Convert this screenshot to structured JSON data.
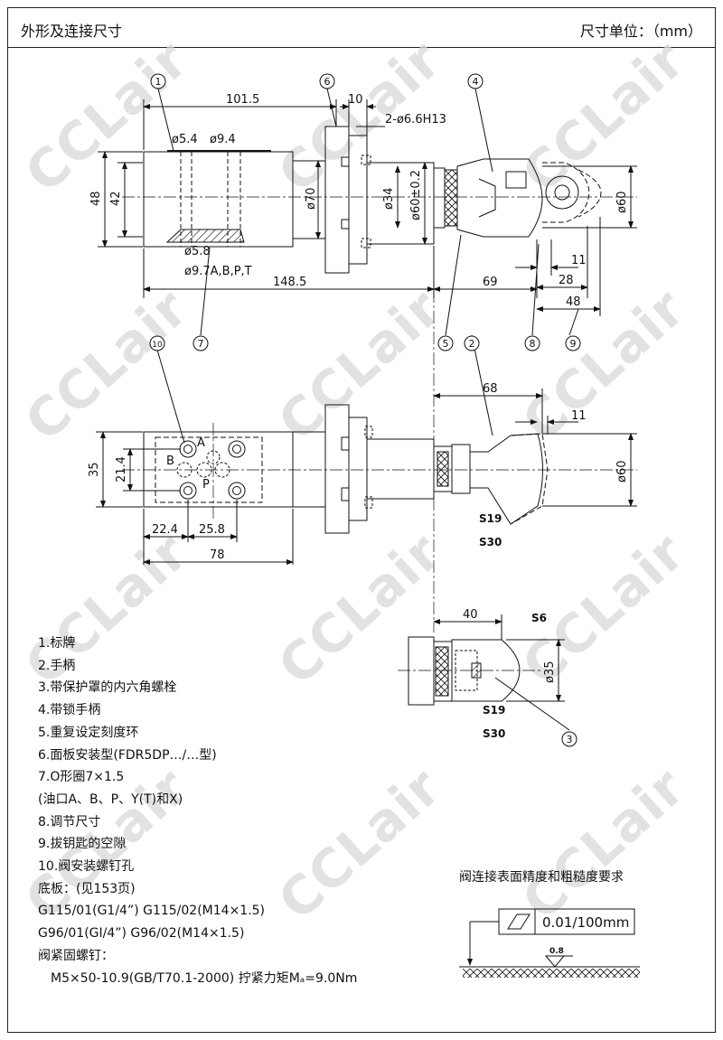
{
  "header": {
    "title": "外形及连接尺寸",
    "unit_label": "尺寸单位：（mm）"
  },
  "watermark": "CCLair",
  "callouts": [
    "1",
    "2",
    "3",
    "4",
    "5",
    "6",
    "7",
    "8",
    "9",
    "10"
  ],
  "dims": {
    "d101_5": "101.5",
    "d10": "10",
    "d2_phi6_6": "2-ø6.6H13",
    "d_phi5_4": "ø5.4",
    "d_phi9_4": "ø9.4",
    "d48": "48",
    "d42": "42",
    "d_phi70": "ø70",
    "d_phi34": "ø34",
    "d_phi60_tol": "ø60±0.2",
    "d_phi60_right": "ø60",
    "d_phi5_8": "ø5.8",
    "d_phi9_7": "ø9.7A,B,P,T",
    "d148_5": "148.5",
    "d69": "69",
    "d11_top": "11",
    "d28": "28",
    "d48_bottom": "48",
    "d68": "68",
    "d11_mid": "11",
    "d35": "35",
    "d21_4": "21.4",
    "port_a": "A",
    "port_b": "B",
    "port_p": "P",
    "d_phi60_mid": "ø60",
    "s19_mid": "S19",
    "s30_mid": "S30",
    "d22_4": "22.4",
    "d25_8": "25.8",
    "d78": "78",
    "d40": "40",
    "s6": "S6",
    "d_phi35": "ø35",
    "s19_low": "S19",
    "s30_low": "S30"
  },
  "legend": [
    "1.标牌",
    "2.手柄",
    "3.带保护罩的内六角螺栓",
    "4.带锁手柄",
    "5.重复设定刻度环",
    "6.面板安装型(FDR5DP…/…型)",
    "7.O形圈7×1.5",
    "(油口A、B、P、Y(T)和X)",
    "8.调节尺寸",
    "9.拔钥匙的空隙",
    "10.阀安装螺钉孔",
    "底板：(见153页)",
    "G115/01(G1/4”)     G115/02(M14×1.5)",
    "G96/01(GI/4”)     G96/02(M14×1.5)",
    "阀紧固螺钉：",
    "M5×50-10.9(GB/T70.1-2000) 拧紧力矩Mₐ=9.0Nm"
  ],
  "roughness": {
    "title": "阀连接表面精度和粗糙度要求",
    "flatness_value": "0.01/100mm",
    "ra_value": "0.8"
  }
}
